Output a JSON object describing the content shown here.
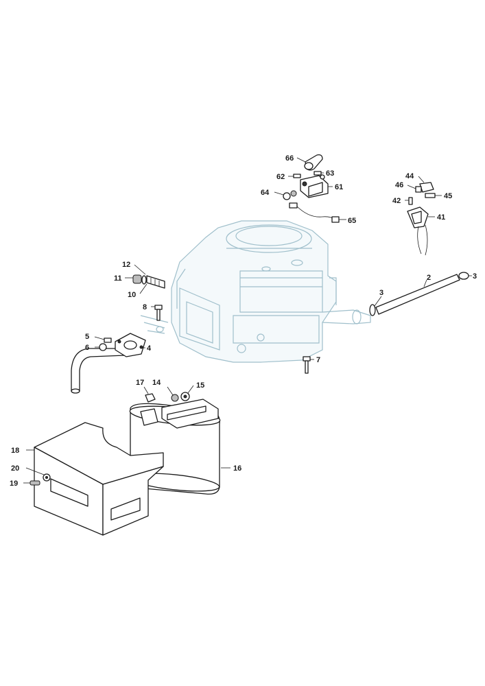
{
  "diagram": {
    "callouts": {
      "c2": "2",
      "c3a": "3",
      "c3b": "3",
      "c4": "4",
      "c5": "5",
      "c6": "6",
      "c7": "7",
      "c8": "8",
      "c10": "10",
      "c11": "11",
      "c12": "12",
      "c14": "14",
      "c15": "15",
      "c16": "16",
      "c17": "17",
      "c18": "18",
      "c19": "19",
      "c20": "20",
      "c41": "41",
      "c42": "42",
      "c44": "44",
      "c45": "45",
      "c46": "46",
      "c61": "61",
      "c62": "62",
      "c63": "63",
      "c64": "64",
      "c65": "65",
      "c66": "66"
    },
    "colors": {
      "engine_outline": "#9fbfcb",
      "part_outline": "#1a1a1a",
      "background": "#ffffff"
    }
  }
}
